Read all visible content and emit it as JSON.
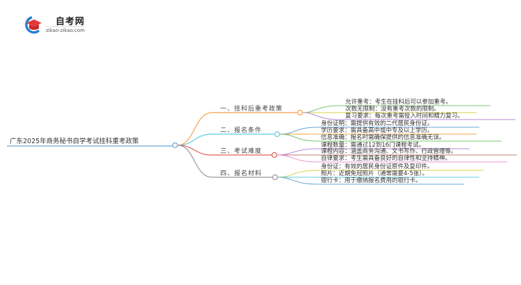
{
  "logo": {
    "title": "自考网",
    "subtitle": "zikao-zikao.com",
    "icon": "graduation-cap-icon"
  },
  "mindmap": {
    "root": "广东2025年商务秘书自学考试挂科重考政策",
    "branches": [
      {
        "label": "一、挂科后重考政策",
        "color": "#f5a04a",
        "leaves": [
          {
            "text": "允许重考：考生在挂科后可以参加重考。",
            "color": "#7cc576"
          },
          {
            "text": "次数无限制：没有重考次数的限制。",
            "color": "#d4d04a"
          },
          {
            "text": "复习要求：每次重考需投入时间和精力复习。",
            "color": "#b58ad6"
          }
        ]
      },
      {
        "label": "二、报名条件",
        "color": "#5bcfe0",
        "leaves": [
          {
            "text": "身份证明：需提供有效的二代居民身份证。",
            "color": "#6aa6d8"
          },
          {
            "text": "学历要求：需具备高中或中专及以上学历。",
            "color": "#f5a04a"
          },
          {
            "text": "信息准确：报名时需确保提供的信息准确无误。",
            "color": "#7cc576"
          }
        ]
      },
      {
        "label": "三、考试难度",
        "color": "#e0605a",
        "leaves": [
          {
            "text": "课程数量：需通过12到16门课程考试。",
            "color": "#b58ad6"
          },
          {
            "text": "课程内容：涵盖商务沟通、文书写作、行政管理等。",
            "color": "#c08070"
          },
          {
            "text": "自律要求：考生需具备良好的自律性和坚持精神。",
            "color": "#e890d8"
          }
        ]
      },
      {
        "label": "四、报名材料",
        "color": "#999999",
        "leaves": [
          {
            "text": "身份证：有效的居民身份证原件及复印件。",
            "color": "#d4d04a"
          },
          {
            "text": "照片：近期免冠照片（通常需要4-5张）。",
            "color": "#5bcfe0"
          },
          {
            "text": "银行卡：用于缴纳报名费用的银行卡。",
            "color": "#6aa6d8"
          }
        ]
      }
    ]
  }
}
